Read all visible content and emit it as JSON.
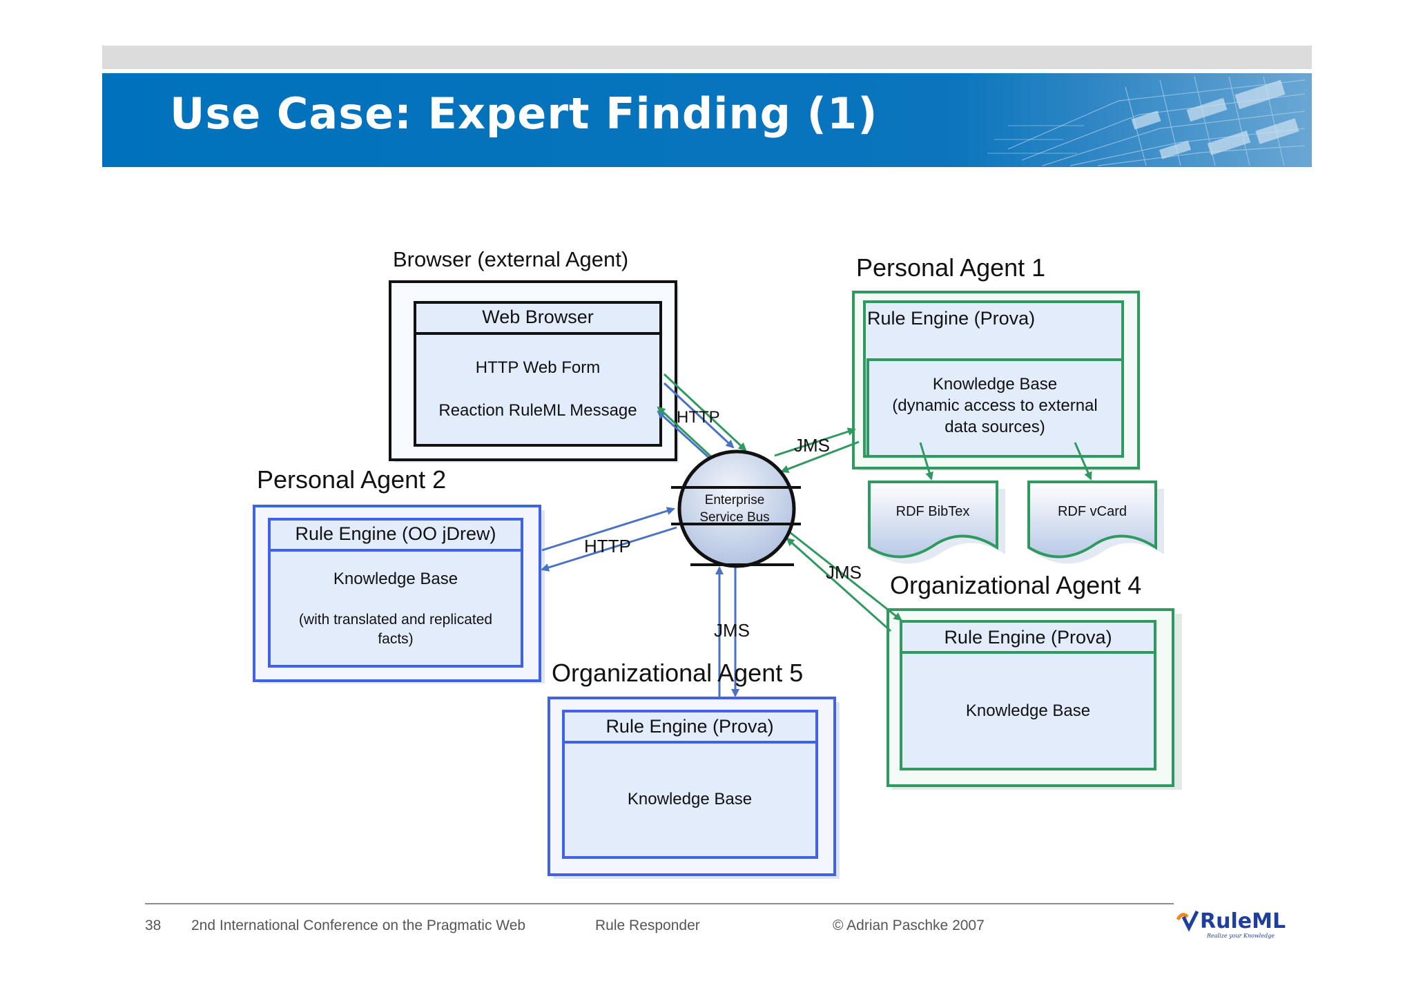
{
  "slide": {
    "title": "Use Case: Expert Finding (1)"
  },
  "diagram": {
    "browser": {
      "heading": "Browser (external Agent)",
      "box_title": "Web Browser",
      "line1": "HTTP Web Form",
      "line2": "Reaction RuleML Message"
    },
    "pa1": {
      "heading": "Personal Agent 1",
      "engine": "Rule Engine (Prova)",
      "kb_line1": "Knowledge Base",
      "kb_line2": "(dynamic access to external",
      "kb_line3": "data sources)"
    },
    "pa2": {
      "heading": "Personal Agent 2",
      "engine": "Rule Engine (OO jDrew)",
      "kb_line1": "Knowledge Base",
      "kb_line2": "(with translated and replicated",
      "kb_line3": "facts)"
    },
    "oa4": {
      "heading": "Organizational Agent 4",
      "engine": "Rule Engine (Prova)",
      "kb": "Knowledge Base"
    },
    "oa5": {
      "heading": "Organizational Agent 5",
      "engine": "Rule Engine (Prova)",
      "kb": "Knowledge Base"
    },
    "esb": {
      "line1": "Enterprise",
      "line2": "Service Bus"
    },
    "docs": {
      "bibtex": "RDF BibTex",
      "vcard": "RDF vCard"
    },
    "protocols": {
      "http_browser": "HTTP",
      "http_pa2": "HTTP",
      "jms_pa1": "JMS",
      "jms_oa4": "JMS",
      "jms_oa5": "JMS"
    },
    "colors": {
      "blue": "#3f62e8",
      "green": "#2f9960",
      "black": "#111111",
      "fill": "#e2ecfb",
      "arrow_blue": "#4a72c4"
    }
  },
  "footer": {
    "page_number": "38",
    "conference": "2nd International Conference on the Pragmatic Web",
    "talk": "Rule Responder",
    "copyright": "© Adrian Paschke 2007",
    "logo_text": "RuleML",
    "logo_tagline": "Realize your Knowledge"
  }
}
